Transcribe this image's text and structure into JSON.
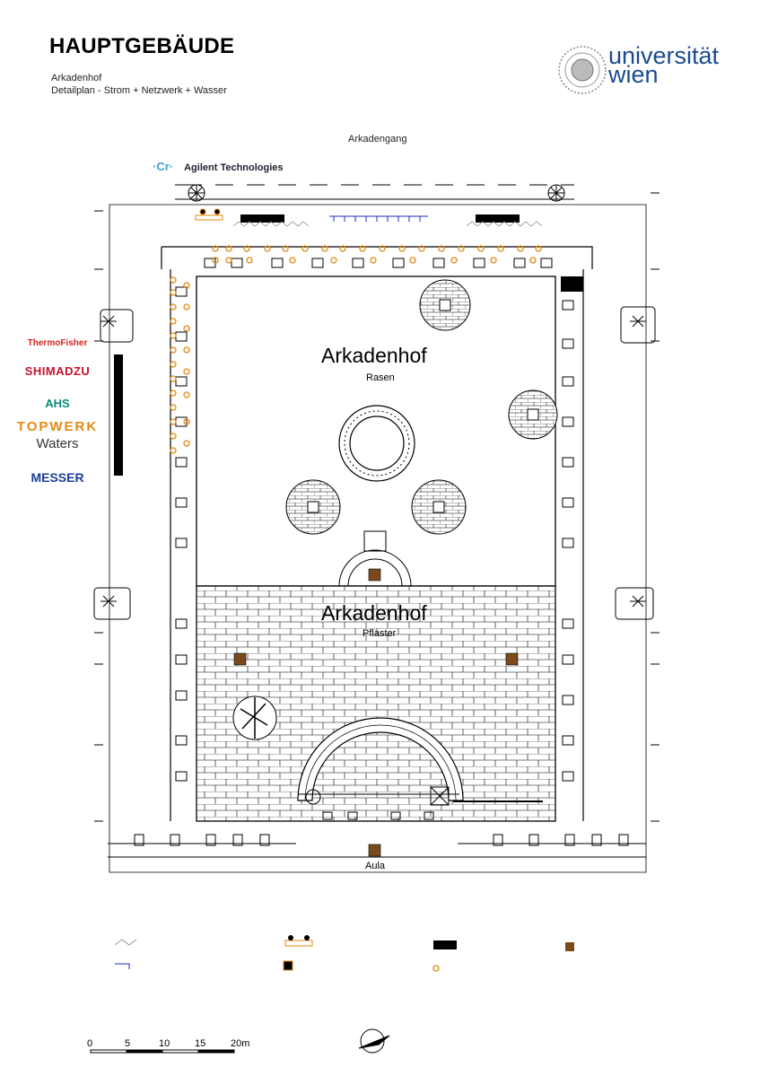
{
  "header": {
    "title": "HAUPTGEBÄUDE",
    "subtitle_1": "Arkadenhof",
    "subtitle_2": "Detailplan - Strom + Netzwerk + Wasser",
    "logo_text_1": "universität",
    "logo_text_2": "wien"
  },
  "plan": {
    "corridor_label": "Arkadengang",
    "courtyard_lawn_title": "Arkadenhof",
    "courtyard_lawn_sub": "Rasen",
    "courtyard_paved_title": "Arkadenhof",
    "courtyard_paved_sub": "Pflaster",
    "aula_label": "Aula"
  },
  "sponsors": {
    "agilent": "Agilent Technologies",
    "thermo": "ThermoFisher",
    "shimadzu": "SHIMADZU",
    "ahs": "AHS",
    "topwerk": "TOPWERK",
    "waters": "Waters",
    "messer": "MESSER"
  },
  "scale_bar": {
    "labels": [
      "0",
      "5",
      "10",
      "15",
      "20m"
    ]
  },
  "colors": {
    "power_outlet": "#e08a10",
    "network": "#1d2fbf",
    "water_marker": "#7a4a1c",
    "wall": "#000000",
    "uni_blue": "#1a4c8c"
  }
}
